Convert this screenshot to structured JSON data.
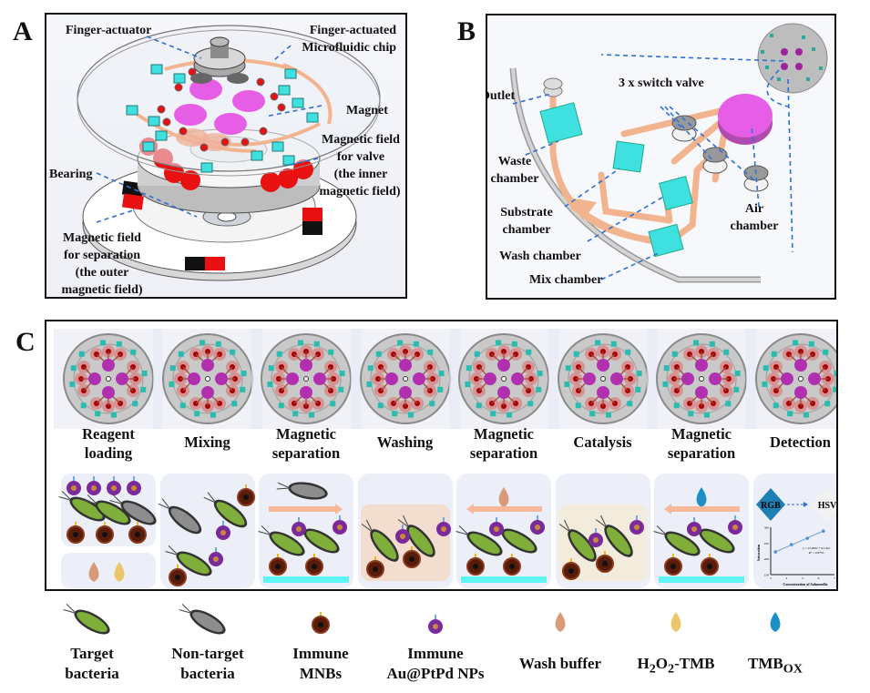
{
  "figure": {
    "panels": {
      "A": {
        "letter": "A",
        "labels": {
          "finger_actuator": "Finger-actuator",
          "chip_line1": "Finger-actuated",
          "chip_line2": "Microfluidic chip",
          "magnet": "Magnet",
          "valve_field_line1": "Magnetic field",
          "valve_field_line2": "for valve",
          "valve_field_line3": "(the inner",
          "valve_field_line4": "magnetic field)",
          "bearing": "Bearing",
          "sep_field_line1": "Magnetic field",
          "sep_field_line2": "for separation",
          "sep_field_line3": "(the outer",
          "sep_field_line4": "magnetic field)"
        }
      },
      "B": {
        "letter": "B",
        "labels": {
          "switch_valve": "3 x switch valve",
          "outlet": "Outlet",
          "waste_line1": "Waste",
          "waste_line2": "chamber",
          "substrate_line1": "Substrate",
          "substrate_line2": "chamber",
          "wash": "Wash chamber",
          "mix": "Mix chamber",
          "air_line1": "Air",
          "air_line2": "chamber"
        }
      },
      "C": {
        "letter": "C",
        "steps": [
          {
            "line1": "Reagent",
            "line2": "loading"
          },
          {
            "line1": "Mixing",
            "line2": ""
          },
          {
            "line1": "Magnetic",
            "line2": "separation"
          },
          {
            "line1": "Washing",
            "line2": ""
          },
          {
            "line1": "Magnetic",
            "line2": "separation"
          },
          {
            "line1": "Catalysis",
            "line2": ""
          },
          {
            "line1": "Magnetic",
            "line2": "separation"
          },
          {
            "line1": "Detection",
            "line2": ""
          }
        ],
        "detection": {
          "from_space": "RGB",
          "to_space": "HSV",
          "equation": "y = 25.000x + 91.491",
          "r_squared": "R² = 0.9755",
          "ylabel": "Saturation",
          "xlabel": "Concentration of Salmonella",
          "y_ticks": [
            "300",
            "250",
            "200",
            "150"
          ],
          "x_ticks": [
            "3",
            "4",
            "5",
            "6",
            "7"
          ],
          "points": [
            [
              3.3,
              222
            ],
            [
              4.3,
              245
            ],
            [
              5.3,
              265
            ],
            [
              6.3,
              288
            ]
          ]
        }
      }
    },
    "legend": [
      {
        "id": "target-bacteria",
        "line1": "Target",
        "line2": "bacteria",
        "sub": ""
      },
      {
        "id": "non-target-bacteria",
        "line1": "Non-target",
        "line2": "bacteria",
        "sub": ""
      },
      {
        "id": "immune-mnbs",
        "line1": "Immune",
        "line2": "MNBs",
        "sub": ""
      },
      {
        "id": "immune-au-ptpd",
        "line1": "Immune",
        "line2": "Au@PtPd NPs",
        "sub": ""
      },
      {
        "id": "wash-buffer",
        "line1": "Wash buffer",
        "line2": "",
        "sub": ""
      },
      {
        "id": "h2o2-tmb",
        "line1": "H",
        "line2": "",
        "sub": ""
      },
      {
        "id": "tmb-ox",
        "line1": "TMB",
        "line2": "",
        "sub": "OX"
      }
    ],
    "h2o2_tmb": {
      "h": "H",
      "two": "2",
      "o": "O",
      "two_b": "2",
      "rest": "-TMB"
    },
    "colors": {
      "cyan_chamber": "#3fe0e0",
      "magenta_chamber": "#e65ee6",
      "tube_orange": "#f2b48f",
      "magnet_red": "#e81010",
      "arrow_blue": "#2f6fd6",
      "wash_buffer": "#d99a7a",
      "h2o2_tmb": "#ecc66a",
      "tmb_ox": "#1d8fc7",
      "mnb_brown": "#5a1c0a",
      "au_purple": "#7a2a9a",
      "separation_bar": "#5ff3f3"
    }
  }
}
